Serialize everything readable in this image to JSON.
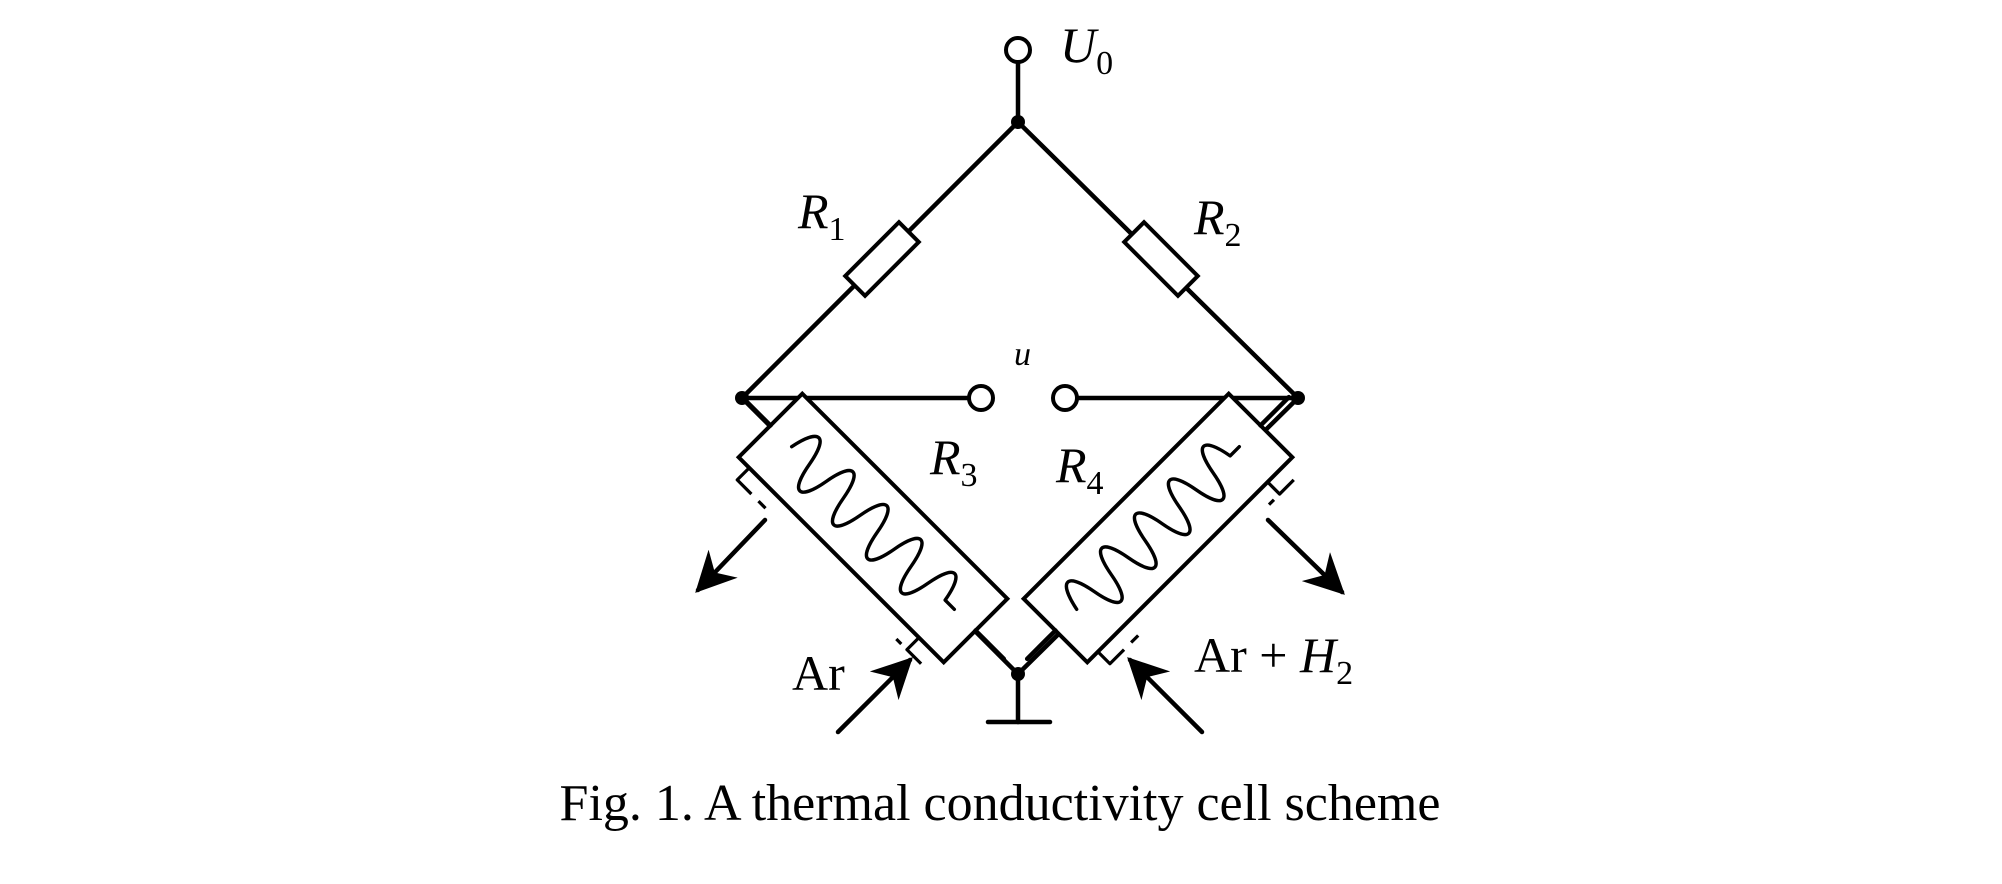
{
  "labels": {
    "supply": {
      "main": "U",
      "sub": "0"
    },
    "r1": {
      "main": "R",
      "sub": "1"
    },
    "r2": {
      "main": "R",
      "sub": "2"
    },
    "r3": {
      "main": "R",
      "sub": "3"
    },
    "r4": {
      "main": "R",
      "sub": "4"
    },
    "output": "u",
    "gas_left": "Ar",
    "gas_right": {
      "prefix": "Ar + ",
      "main": "H",
      "sub": "2"
    }
  },
  "caption": "Fig. 1. A thermal conductivity cell scheme"
}
